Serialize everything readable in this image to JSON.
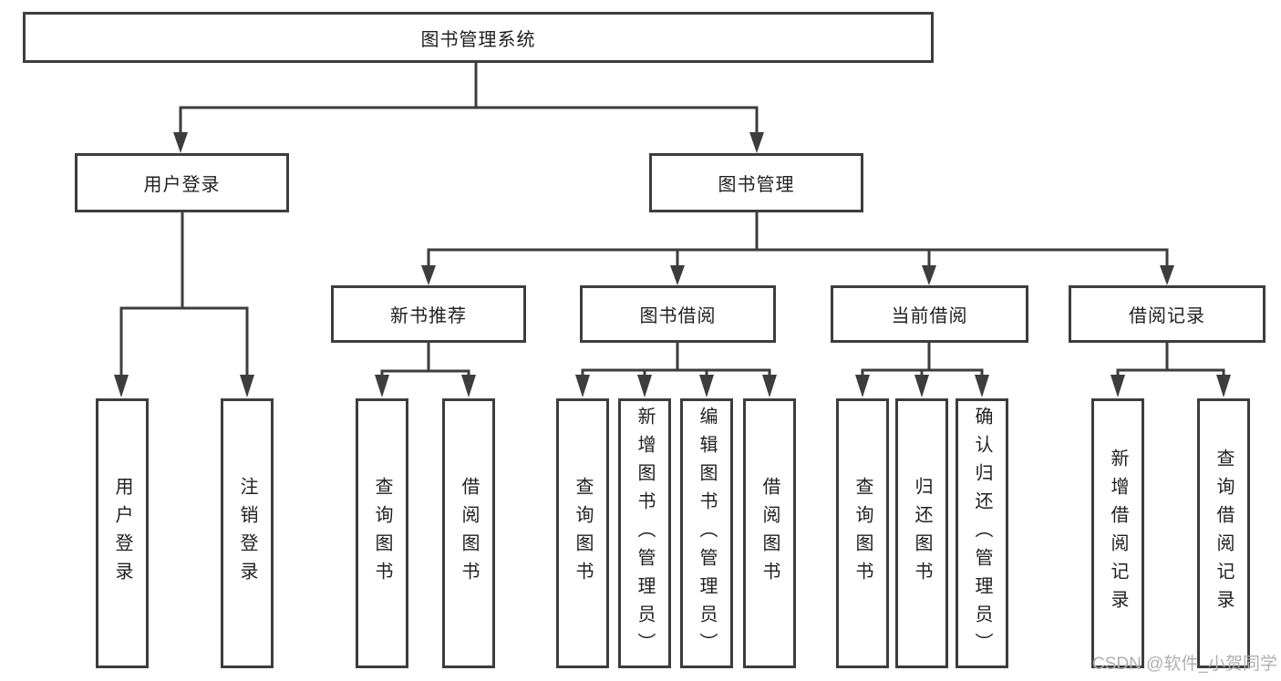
{
  "nodes": {
    "root": {
      "label": "图书管理系统"
    },
    "branches": [
      {
        "label": "用户登录",
        "children": [
          {
            "label": "用户登录"
          },
          {
            "label": "注销登录"
          }
        ]
      },
      {
        "label": "图书管理",
        "children": [
          {
            "label": "新书推荐",
            "children": [
              {
                "label": "查询图书"
              },
              {
                "label": "借阅图书"
              }
            ]
          },
          {
            "label": "图书借阅",
            "children": [
              {
                "label": "查询图书"
              },
              {
                "label": "新增图书（管理员）"
              },
              {
                "label": "编辑图书（管理员）"
              },
              {
                "label": "借阅图书"
              }
            ]
          },
          {
            "label": "当前借阅",
            "children": [
              {
                "label": "查询图书"
              },
              {
                "label": "归还图书"
              },
              {
                "label": "确认归还（管理员）"
              }
            ]
          },
          {
            "label": "借阅记录",
            "children": [
              {
                "label": "新增借阅记录"
              },
              {
                "label": "查询借阅记录"
              }
            ]
          }
        ]
      }
    ]
  },
  "watermark": {
    "text": "CSDN @软件_小贺同学"
  },
  "colors": {
    "line": "#3d3d3d",
    "box_border": "#3d3d3d",
    "text": "#1f1f1f",
    "watermark": "#b0b0b0",
    "background": "#ffffff"
  }
}
